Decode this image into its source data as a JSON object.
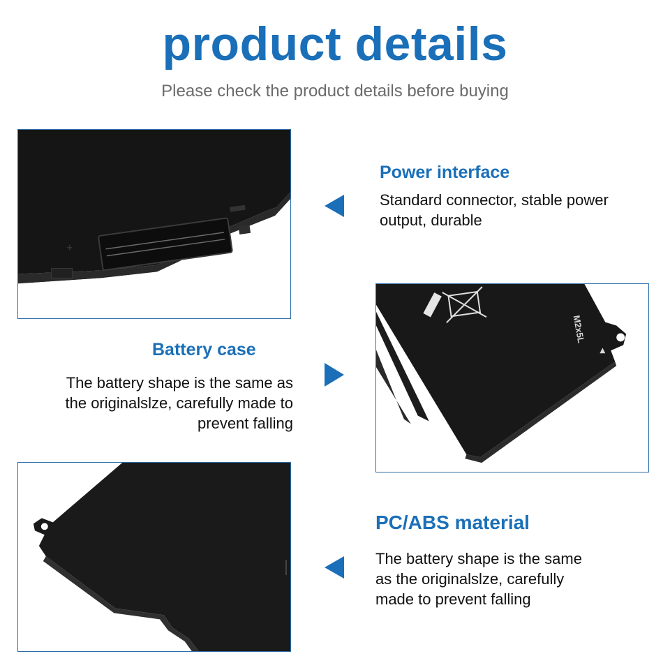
{
  "header": {
    "title": "product details",
    "subtitle": "Please check the product details before buying"
  },
  "features": [
    {
      "heading": "Power interface",
      "description": "Standard connector, stable power output, durable",
      "arrow": "left"
    },
    {
      "heading": "Battery case",
      "description": "The battery shape is the same as the originalslze, carefully made to prevent falling",
      "arrow": "right"
    },
    {
      "heading": "PC/ABS material",
      "description": "The battery shape is the same as the originalslze, carefully made to prevent falling",
      "arrow": "left"
    }
  ],
  "images": {
    "battery_marking": "M2x5L"
  },
  "colors": {
    "accent": "#1a6fb8",
    "border": "#2c6ea9",
    "subtitle": "#6b6b6b",
    "body_text": "#111111"
  }
}
